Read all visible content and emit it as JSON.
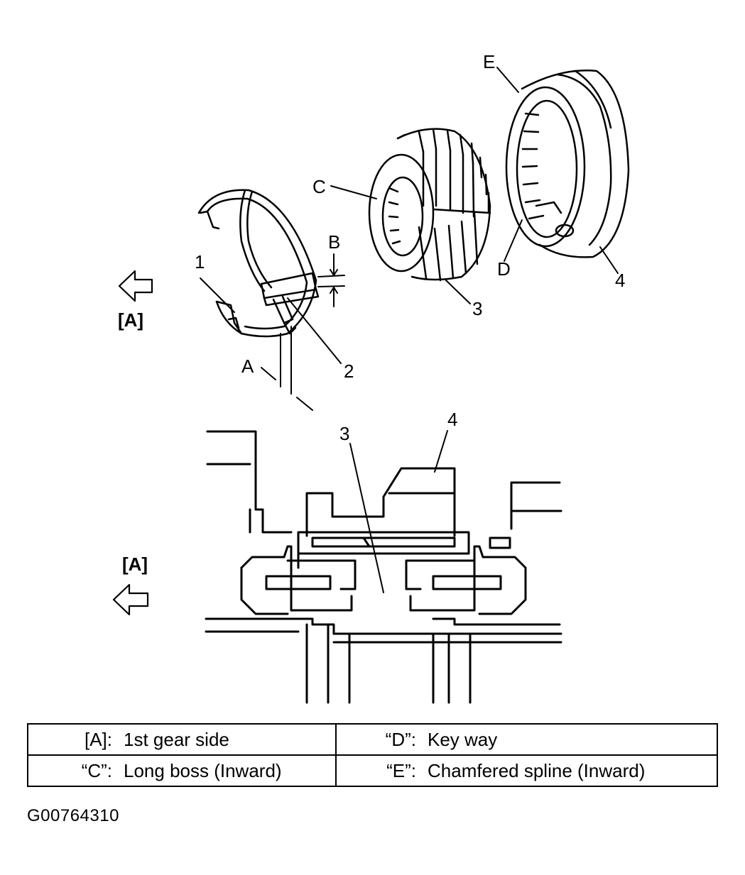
{
  "callouts": {
    "n1": "1",
    "n2": "2",
    "n3_upper": "3",
    "n4_upper": "4",
    "n3_lower": "3",
    "n4_lower": "4",
    "a_dim": "A",
    "b_dim": "B",
    "c_label": "C",
    "d_label": "D",
    "e_label": "E",
    "side_upper": "[A]",
    "side_lower": "[A]"
  },
  "legend": {
    "rows": [
      {
        "left_key": "[A]:",
        "left_value": "1st gear side",
        "right_key": "“D”:",
        "right_value": "Key way"
      },
      {
        "left_key": "“C”:",
        "left_value": "Long boss (Inward)",
        "right_key": "“E”:",
        "right_value": "Chamfered spline (Inward)"
      }
    ]
  },
  "figure_id": "G00764310"
}
